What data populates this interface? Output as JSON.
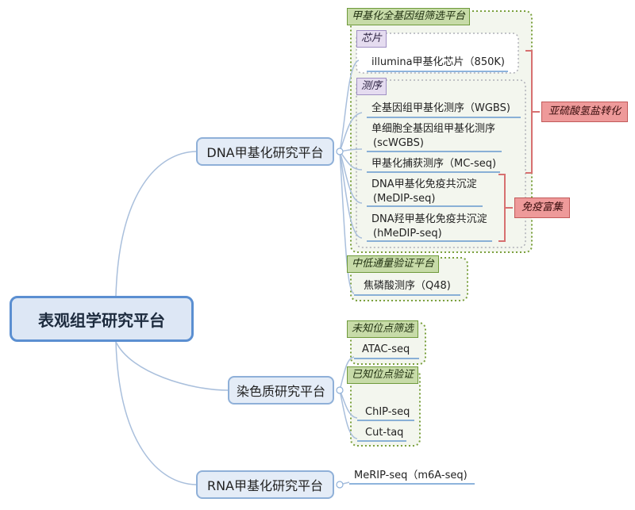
{
  "root": {
    "label": "表观组学研究平台"
  },
  "branches": {
    "dna": {
      "label": "DNA甲基化研究平台"
    },
    "chromatin": {
      "label": "染色质研究平台"
    },
    "rna": {
      "label": "RNA甲基化研究平台"
    }
  },
  "dna_groups": {
    "genome_wide": "甲基化全基因组筛选平台",
    "chip": "芯片",
    "sequencing": "测序",
    "validation": "中低通量验证平台"
  },
  "dna_items": {
    "illumina": "illumina甲基化芯片（850K)",
    "wgbs": "全基因组甲基化测序（WGBS)",
    "scwgbs_1": "单细胞全基因组甲基化测序",
    "scwgbs_2": "(scWGBS)",
    "mcseq": "甲基化捕获测序（MC-seq)",
    "medip_1": "DNA甲基化免疫共沉淀",
    "medip_2": "(MeDIP-seq)",
    "hmedip_1": "DNA羟甲基化免疫共沉淀",
    "hmedip_2": "(hMeDIP-seq)",
    "q48": "焦磷酸测序（Q48)"
  },
  "annotations": {
    "bisulfite": "亚硫酸氢盐转化",
    "immune": "免疫富集"
  },
  "chromatin_groups": {
    "unknown_site": "未知位点筛选",
    "known_site": "已知位点验证"
  },
  "chromatin_items": {
    "atac": "ATAC-seq",
    "chip_seq": "ChIP-seq",
    "cut_taq": "Cut-taq"
  },
  "rna_items": {
    "merip": "MeRIP-seq（m6A-seq)"
  },
  "colors": {
    "connector": "#a9bfdc",
    "item_underline": "#4a86c8",
    "green_border": "#7aa03c",
    "gray_border": "#b0b0b8",
    "group_fill": "#f3f6ee",
    "bracket": "#d77070"
  }
}
